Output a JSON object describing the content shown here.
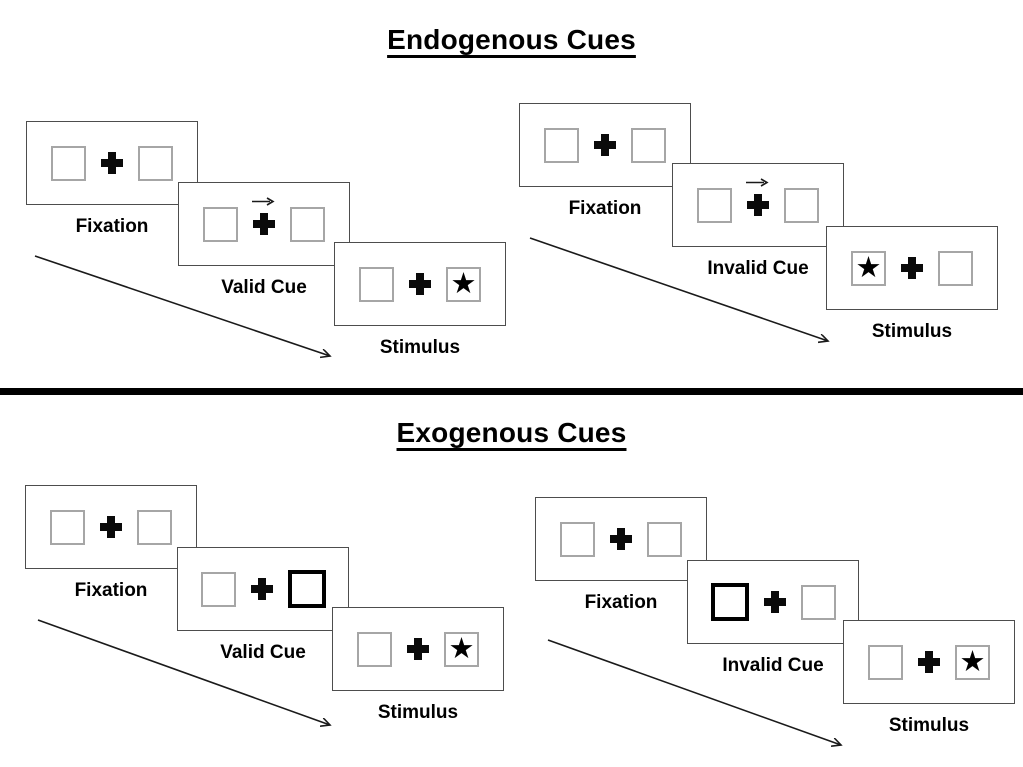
{
  "page": {
    "background": "#ffffff",
    "line_color": "#000000",
    "box_border_color": "#a6a6a6",
    "card_border_color": "#4d4d4d"
  },
  "icons": {
    "star_glyph": "★",
    "fixation_cross": "plus-cross-icon",
    "cue_arrow": "right-arrow-icon",
    "timeline_arrow": "diagonal-right-down-arrow"
  },
  "sections": [
    {
      "title": "Endogenous Cues",
      "panels": [
        {
          "name": "valid-trial",
          "cards": [
            {
              "label": "Fixation",
              "cue": "none",
              "star": "none"
            },
            {
              "label": "Valid Cue",
              "cue": "arrow-right",
              "star": "none"
            },
            {
              "label": "Stimulus",
              "cue": "none",
              "star": "right"
            }
          ]
        },
        {
          "name": "invalid-trial",
          "cards": [
            {
              "label": "Fixation",
              "cue": "none",
              "star": "none"
            },
            {
              "label": "Invalid Cue",
              "cue": "arrow-right",
              "star": "none"
            },
            {
              "label": "Stimulus",
              "cue": "none",
              "star": "left"
            }
          ]
        }
      ]
    },
    {
      "title": "Exogenous Cues",
      "panels": [
        {
          "name": "valid-trial",
          "cards": [
            {
              "label": "Fixation",
              "cue": "none",
              "star": "none"
            },
            {
              "label": "Valid Cue",
              "cue": "bold-box-right",
              "star": "none"
            },
            {
              "label": "Stimulus",
              "cue": "none",
              "star": "right"
            }
          ]
        },
        {
          "name": "invalid-trial",
          "cards": [
            {
              "label": "Fixation",
              "cue": "none",
              "star": "none"
            },
            {
              "label": "Invalid Cue",
              "cue": "bold-box-left",
              "star": "none"
            },
            {
              "label": "Stimulus",
              "cue": "none",
              "star": "right"
            }
          ]
        }
      ]
    }
  ]
}
